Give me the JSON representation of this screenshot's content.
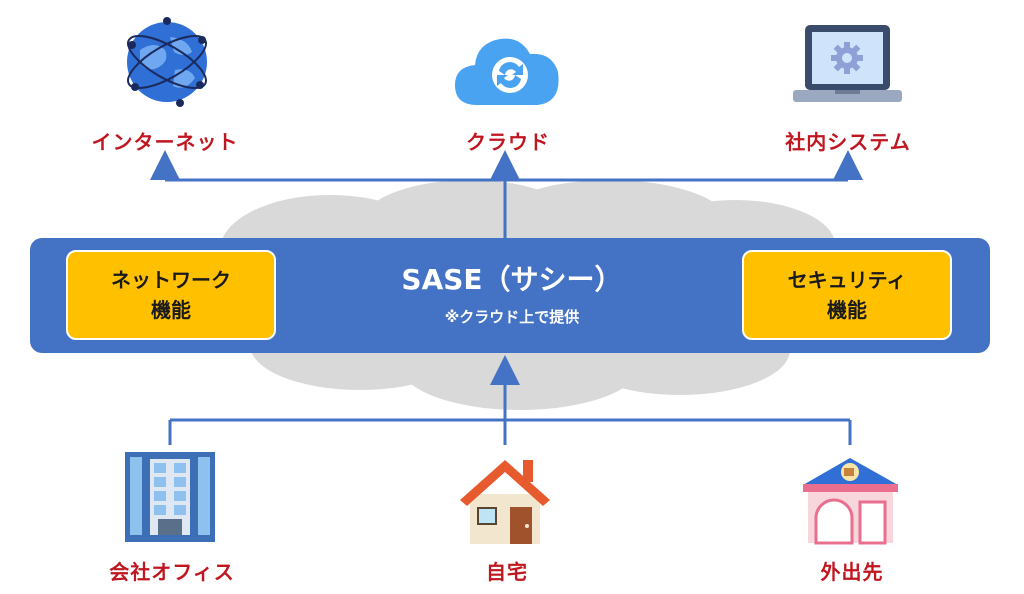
{
  "top_destinations": [
    {
      "label": "インターネット",
      "icon": "globe-icon"
    },
    {
      "label": "クラウド",
      "icon": "cloud-sync-icon"
    },
    {
      "label": "社内システム",
      "icon": "laptop-gear-icon"
    }
  ],
  "sase": {
    "title": "SASE（サシー）",
    "note": "※クラウド上で提供",
    "network_feature": {
      "line1": "ネットワーク",
      "line2": "機能"
    },
    "security_feature": {
      "line1": "セキュリティ",
      "line2": "機能"
    }
  },
  "bottom_sources": [
    {
      "label": "会社オフィス",
      "icon": "office-building-icon"
    },
    {
      "label": "自宅",
      "icon": "house-icon"
    },
    {
      "label": "外出先",
      "icon": "cafe-shop-icon"
    }
  ],
  "colors": {
    "band": "#4472c4",
    "feature_box": "#ffc000",
    "label_red": "#c0161f",
    "arrow": "#4472c4",
    "cloud_gray": "#d9d9d9"
  }
}
